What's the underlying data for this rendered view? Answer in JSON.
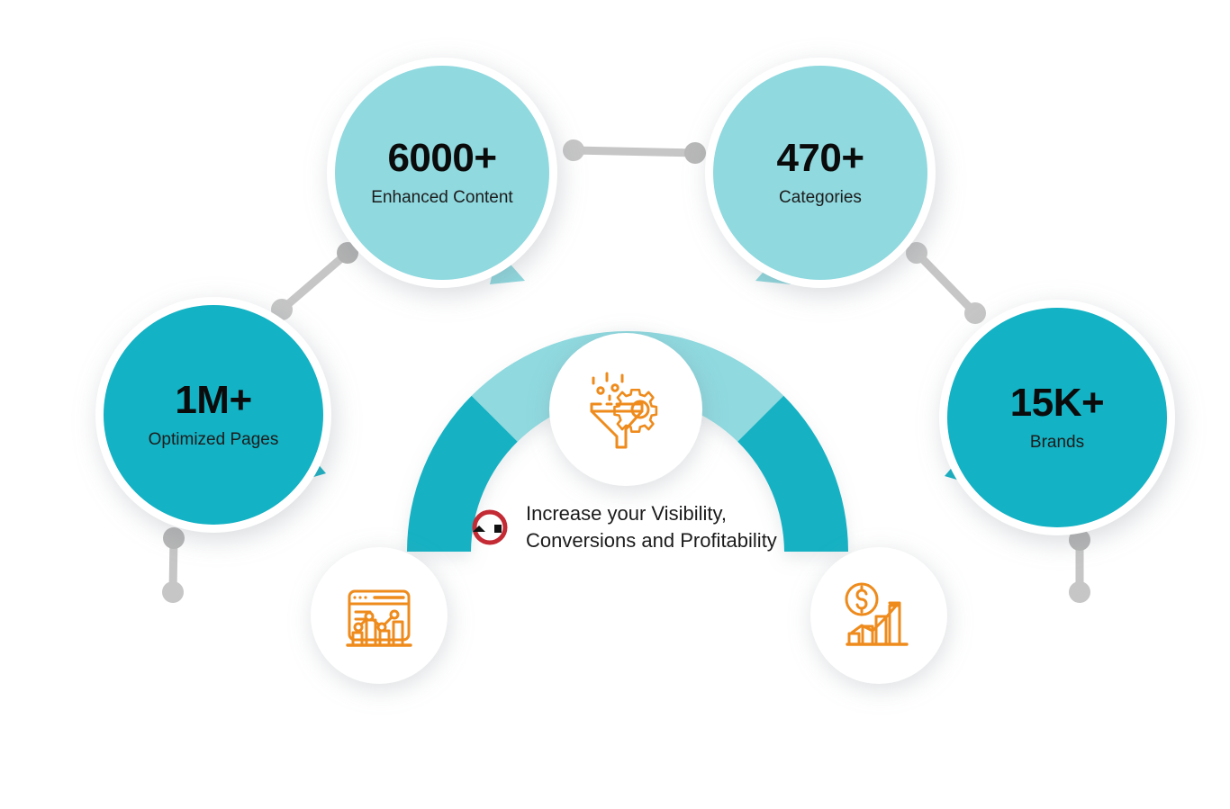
{
  "theme": {
    "light_teal": "#8fd9df",
    "dark_teal": "#13b2c4",
    "orange": "#ee8b1c",
    "logo_red": "#c32a34",
    "connector_gray": "#c6c6c6",
    "text_dark": "#0b0b0b",
    "background": "#ffffff"
  },
  "stats": [
    {
      "id": "enhanced-content",
      "value": "6000+",
      "label": "Enhanced  Content",
      "color": "#8fd9df",
      "tail": "down-right"
    },
    {
      "id": "categories",
      "value": "470+",
      "label": "Categories",
      "color": "#8fd9df",
      "tail": "down-left"
    },
    {
      "id": "optimized-pages",
      "value": "1M+",
      "label": "Optimized Pages",
      "color": "#13b2c4",
      "tail": "right"
    },
    {
      "id": "brands",
      "value": "15K+",
      "label": "Brands",
      "color": "#13b2c4",
      "tail": "left"
    }
  ],
  "center": {
    "headline_line1": "Increase your Visibility,",
    "headline_line2": "Conversions and Profitability",
    "headline": "Increase your Visibility,\nConversions and Profitability",
    "logo_name": "ring-logo-icon"
  },
  "icons": [
    {
      "id": "funnel-gear-icon",
      "position": "top",
      "color": "#ee8b1c"
    },
    {
      "id": "analytics-dashboard-icon",
      "position": "bottom-left",
      "color": "#ee8b1c"
    },
    {
      "id": "revenue-growth-icon",
      "position": "bottom-right",
      "color": "#ee8b1c"
    }
  ],
  "arc": {
    "segments": [
      {
        "id": "arc-left-segment",
        "color": "#13b2c4"
      },
      {
        "id": "arc-top-segment",
        "color": "#8fd9df"
      },
      {
        "id": "arc-right-segment",
        "color": "#13b2c4"
      }
    ]
  },
  "connectors": [
    {
      "id": "connector-top-center",
      "from": "enhanced-content",
      "to": "categories"
    },
    {
      "id": "connector-upper-left",
      "from": "enhanced-content",
      "to": "optimized-pages"
    },
    {
      "id": "connector-upper-right",
      "from": "categories",
      "to": "brands"
    },
    {
      "id": "connector-lower-left",
      "from": "optimized-pages",
      "to": ""
    },
    {
      "id": "connector-lower-right",
      "from": "brands",
      "to": ""
    }
  ]
}
